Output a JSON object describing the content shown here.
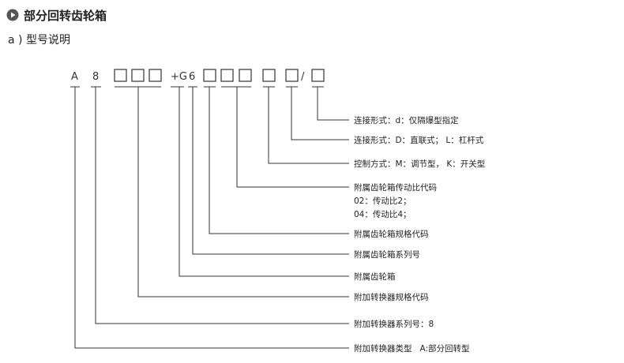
{
  "header": {
    "title": "部分回转齿轮箱",
    "icon": "play-circle-icon"
  },
  "subtitle": "a ) 型号说明",
  "model_code": {
    "prefix_a": "A",
    "prefix_8": "8",
    "plus_g": "+G",
    "six": "6",
    "slash": "/"
  },
  "annotations": [
    "连接形式：d：仅隔爆型指定",
    "连接形式：D：直联式； L：杠杆式",
    "控制方式：M：调节型， K：开关型",
    "附属齿轮箱传动比代码",
    "02：传动比2；",
    "04：传动比4；",
    "附属齿轮箱规格代码",
    "附属齿轮箱系列号",
    "附属齿轮箱",
    "附加转换器规格代码",
    "附加转换器系列号：8",
    "附加转换器类型   A:部分回转型"
  ],
  "colors": {
    "line": "#333333",
    "text": "#222222",
    "icon": "#555555"
  }
}
